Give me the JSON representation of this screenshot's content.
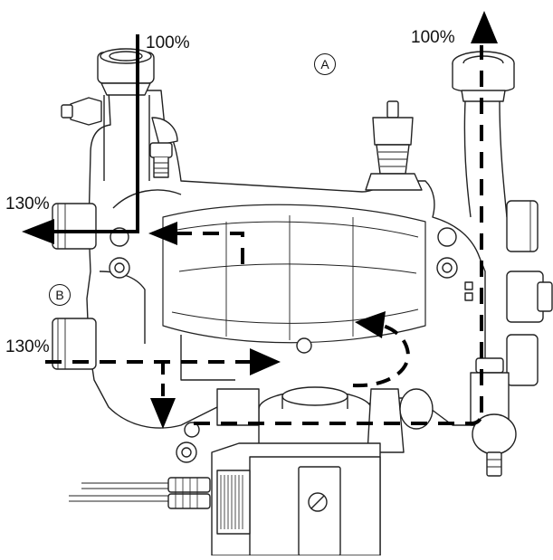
{
  "labels": {
    "top_left_percent": "100%",
    "top_right_percent": "100%",
    "left_upper_percent": "130%",
    "left_lower_percent": "130%"
  },
  "markers": {
    "a": "A",
    "b": "B"
  },
  "colors": {
    "line": "#111111",
    "flow": "#000000",
    "background": "#ffffff"
  }
}
